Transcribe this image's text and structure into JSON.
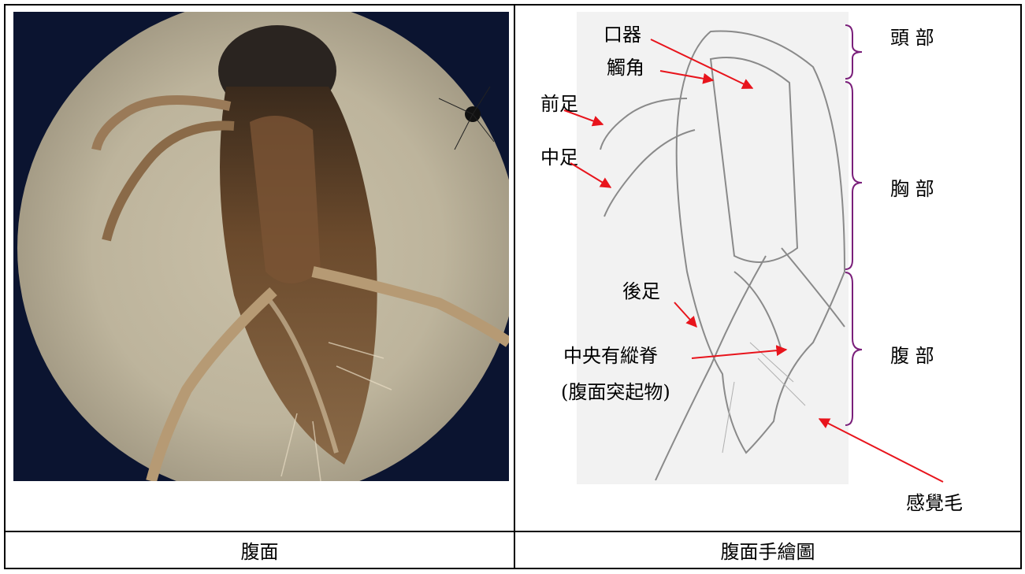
{
  "table": {
    "captions": {
      "left": "腹面",
      "right": "腹面手繪圖"
    }
  },
  "photo": {
    "subject": "ventral view of aquatic insect under microscope"
  },
  "sketch": {
    "labels": {
      "mouthparts": "口器",
      "antenna": "觸角",
      "foreleg": "前足",
      "midleg": "中足",
      "hindleg": "後足",
      "keel_line1": "中央有縱脊",
      "keel_line2": "(腹面突起物)",
      "sensory_hairs": "感覺毛"
    },
    "regions": {
      "head": "頭 部",
      "thorax": "胸 部",
      "abdomen": "腹 部"
    },
    "colors": {
      "arrow": "#e8141c",
      "brace": "#7a1f7a"
    }
  }
}
